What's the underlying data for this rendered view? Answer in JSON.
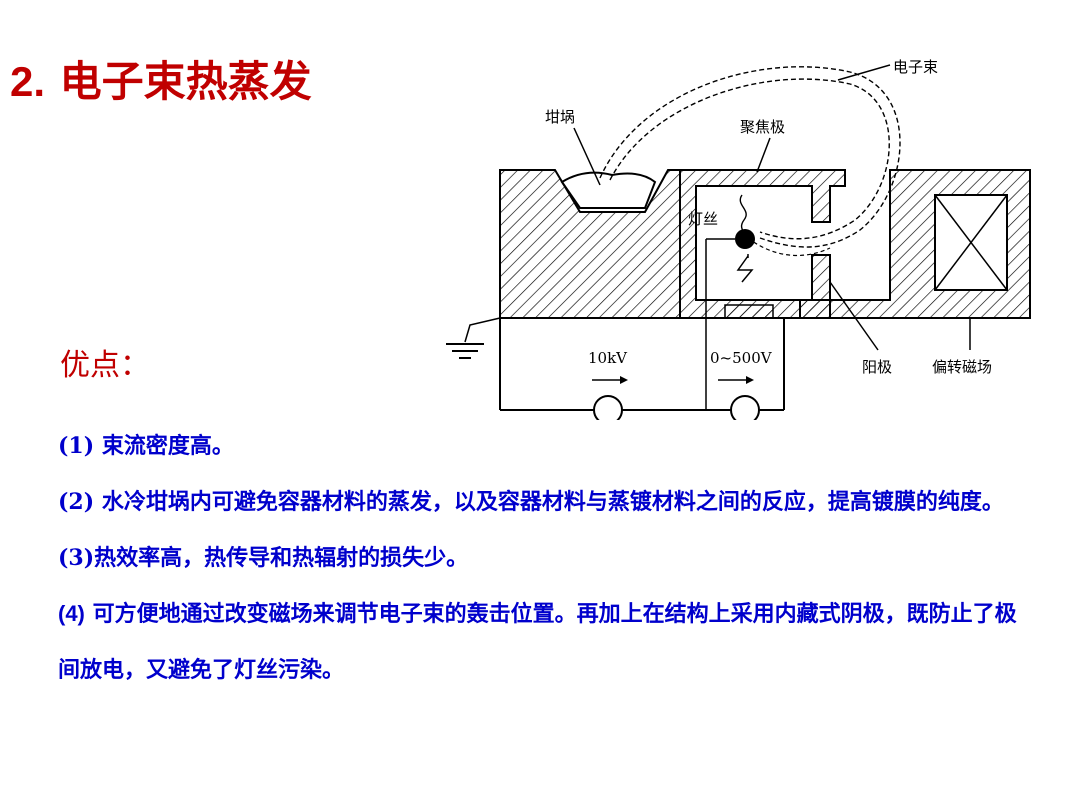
{
  "title": {
    "number": "2.",
    "text": "电子束热蒸发"
  },
  "advantages_heading": "优点：",
  "points": [
    {
      "prefix": "(1)",
      "text": "束流密度高。"
    },
    {
      "prefix": "(2)",
      "text": "水冷坩埚内可避免容器材料的蒸发，以及容器材料与蒸镀材料之间的反应，提高镀膜的纯度。"
    },
    {
      "prefix": "(3)",
      "text": "热效率高，热传导和热辐射的损失少。"
    },
    {
      "prefix": "(4)",
      "text": "可方便地通过改变磁场来调节电子束的轰击位置。再加上在结构上采用内藏式阴极，既防止了极间放电，又避免了灯丝污染。"
    }
  ],
  "diagram": {
    "labels": {
      "electron_beam": "电子束",
      "crucible": "坩埚",
      "focusing_electrode": "聚焦极",
      "filament": "灯丝",
      "anode": "阳极",
      "deflection_field": "偏转磁场",
      "voltage_10kv": "10kV",
      "voltage_0_500v": "0~500V"
    }
  }
}
